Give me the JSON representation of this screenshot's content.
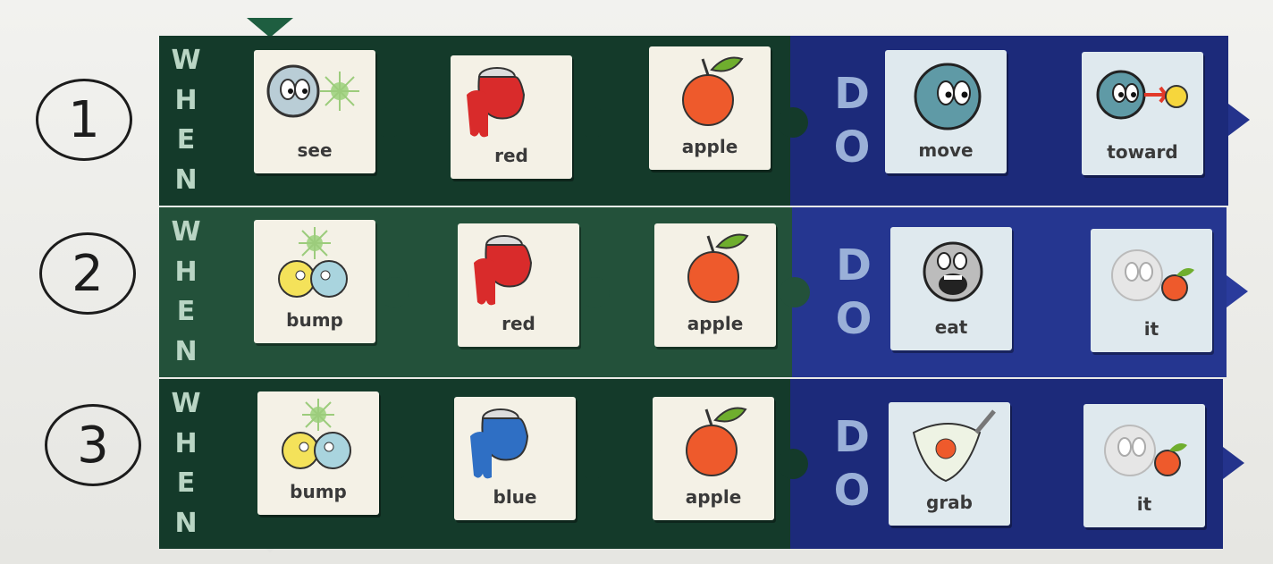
{
  "step_numbers": [
    "1",
    "2",
    "3"
  ],
  "rows": [
    {
      "when_letters": [
        "W",
        "H",
        "E",
        "N"
      ],
      "do_letters": [
        "D",
        "O"
      ],
      "cards": [
        {
          "label": "see",
          "icon": "see-icon"
        },
        {
          "label": "red",
          "icon": "red-paint-icon"
        },
        {
          "label": "apple",
          "icon": "apple-icon"
        },
        {
          "label": "move",
          "icon": "move-icon"
        },
        {
          "label": "toward",
          "icon": "toward-icon"
        }
      ]
    },
    {
      "when_letters": [
        "W",
        "H",
        "E",
        "N"
      ],
      "do_letters": [
        "D",
        "O"
      ],
      "cards": [
        {
          "label": "bump",
          "icon": "bump-icon"
        },
        {
          "label": "red",
          "icon": "red-paint-icon"
        },
        {
          "label": "apple",
          "icon": "apple-icon"
        },
        {
          "label": "eat",
          "icon": "eat-icon"
        },
        {
          "label": "it",
          "icon": "it-icon"
        }
      ]
    },
    {
      "when_letters": [
        "W",
        "H",
        "E",
        "N"
      ],
      "do_letters": [
        "D",
        "O"
      ],
      "cards": [
        {
          "label": "bump",
          "icon": "bump-icon"
        },
        {
          "label": "blue",
          "icon": "blue-paint-icon"
        },
        {
          "label": "apple",
          "icon": "apple-icon"
        },
        {
          "label": "grab",
          "icon": "grab-icon"
        },
        {
          "label": "it",
          "icon": "it-icon"
        }
      ]
    }
  ],
  "colors": {
    "when_tile": "#143a2a",
    "do_tile": "#1c2a7a",
    "red_paint": "#d92b2b",
    "blue_paint": "#2f6fc4",
    "apple": "#ee5a2c",
    "leaf": "#6fae2e"
  }
}
